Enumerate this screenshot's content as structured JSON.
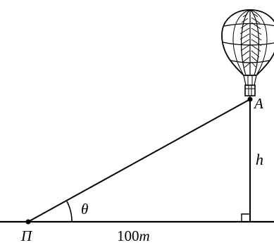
{
  "labels": {
    "point_A": "A",
    "height": "h",
    "angle": "θ",
    "observer": "Π",
    "distance": "100m"
  },
  "icons": {
    "balloon": "hot-air-balloon-icon"
  }
}
